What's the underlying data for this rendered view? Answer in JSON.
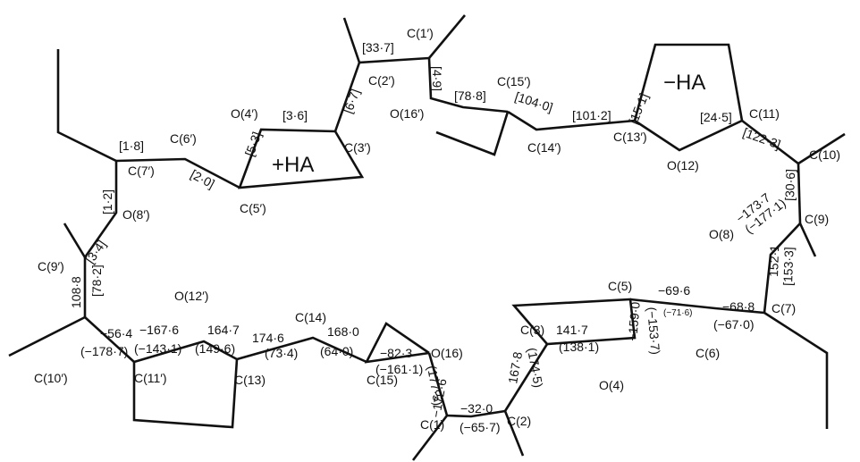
{
  "atoms": {
    "c1p": "C(1′)",
    "c2p": "C(2′)",
    "c3p": "C(3′)",
    "o4p": "O(4′)",
    "c5p": "C(5′)",
    "c6p": "C(6′)",
    "c7p": "C(7′)",
    "o8p": "O(8′)",
    "c9p": "C(9′)",
    "c10p": "C(10′)",
    "c11p": "C(11′)",
    "o12p": "O(12′)",
    "c13p": "C(13′)",
    "c14p": "C(14′)",
    "c15p": "C(15′)",
    "o16p": "O(16′)",
    "c1": "C(1)",
    "c2": "C(2)",
    "c3": "C(3)",
    "o4": "O(4)",
    "c5": "C(5)",
    "c6": "C(6)",
    "c7": "C(7)",
    "o8": "O(8)",
    "c9": "C(9)",
    "c10": "C(10)",
    "c11": "C(11)",
    "o12": "O(12)",
    "c13": "C(13)",
    "c14": "C(14)",
    "c15": "C(15)",
    "o16": "O(16)"
  },
  "ring_labels": {
    "plus_ha": "+HA",
    "minus_ha": "−HA"
  },
  "torsions_bracketed": {
    "c2p_c1p": "[33·7]",
    "c1p_o16p": "[4·9]",
    "o16p_c15p": "[78·8]",
    "c15p_c14p": "[104·0]",
    "c14p_c13p": "[101·2]",
    "c13p_o12": "[15·1]",
    "o12_c11": "[24·5]",
    "c11_c10": "[122·3]",
    "c10_c9": "[30·6]",
    "c2p_c3p": "[6·7]",
    "c3p_o4p": "[3·6]",
    "o4p_c5p": "[5·3]",
    "c5p_c6p": "[2·0]",
    "c6p_c7p": "[1·8]",
    "c7p_o8p": "[1·2]",
    "o8p_c9p": "[3·4]",
    "c9p_c10p": "[78·2]",
    "c9_c7": "[153·3]"
  },
  "torsions_plain": {
    "c10p_c11p": "108·8",
    "c11p_o12p_a": "−56·4",
    "c11p_o12p_b": "−167·6",
    "o12p_c13": "164·7",
    "c13_c14": "174·6",
    "c14_c15": "168·0",
    "c15_o16": "−82·3",
    "o16_c1": "−172·6",
    "c1_c2": "−32·0",
    "c2_c3": "167·8",
    "c3_o4": "141·7",
    "o4_c5_a": "−159·0",
    "c5_c6": "−69·6",
    "c6_c7": "−68·8",
    "c7_c9": "152·1",
    "c9_o8": "−173·7"
  },
  "torsions_paren": {
    "c10p_c11p": "(−178·7)",
    "c11p_o12p": "(−143·1)",
    "o12p_c13": "(149·6)",
    "c13_c14": "(73·4)",
    "c14_c15": "(64·0)",
    "c15_o16": "(−161·1)",
    "o16_c1": "(177·5)",
    "c1_c2": "(−65·7)",
    "c2_c3": "(174·5)",
    "c3_o4": "(138·1)",
    "o4_c5": "(−153·7)",
    "c5_c6_small": "(−71·6)",
    "c6_c7": "(−67·0)",
    "c9_o8": "(−177·1)"
  }
}
